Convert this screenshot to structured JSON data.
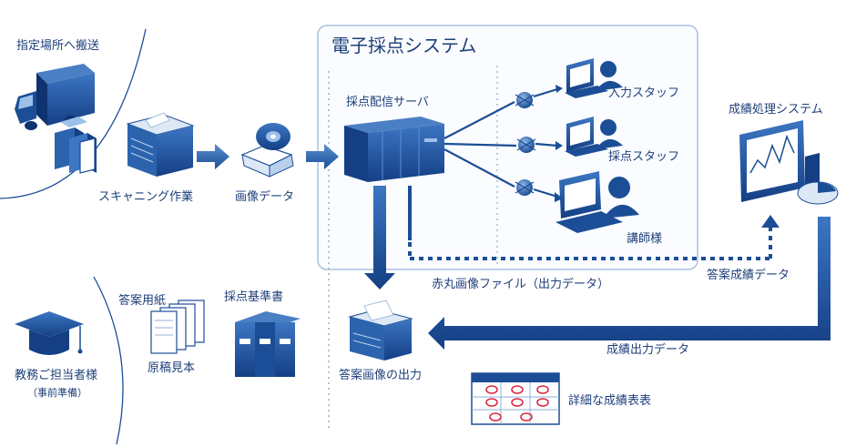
{
  "colors": {
    "primary": "#1b4e96",
    "dark": "#0f3270",
    "light": "#8fb0d8",
    "mid": "#5f8cc6"
  },
  "labels": {
    "ship_to_site": "指定場所へ搬送",
    "scanning": "スキャニング作業",
    "image_data": "画像データ",
    "system_title": "電子採点システム",
    "server": "採点配信サーバ",
    "input_staff": "入力スタッフ",
    "grading_staff": "採点スタッフ",
    "instructor": "講師様",
    "grade_system": "成績処理システム",
    "red_image_file": "赤丸画像ファイル（出力データ）",
    "answer_grade_data": "答案成績データ",
    "grade_output_data": "成績出力データ",
    "answer_sheet": "答案用紙",
    "manuscript_sample": "原稿見本",
    "grading_criteria": "採点基準書",
    "answer_image_output": "答案画像の出力",
    "teacher": "教務ご担当者様",
    "prep": "（事前準備）",
    "detailed_report": "詳細な成績表表"
  },
  "icons": [
    "truck-icon",
    "boxes-icon",
    "scanner-icon",
    "disc-icon",
    "server-icon",
    "computer-icon",
    "monitor-chart-icon",
    "printer-icon",
    "graduation-cap-icon",
    "documents-icon",
    "binders-icon",
    "report-sheet-icon",
    "globe-icon"
  ]
}
